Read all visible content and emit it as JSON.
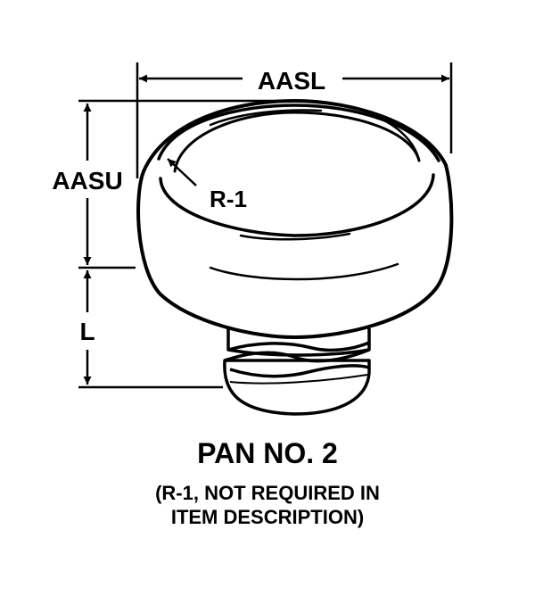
{
  "dimensions": {
    "aasl": "AASL",
    "aasu": "AASU",
    "length": "L",
    "radius": "R-1"
  },
  "caption": {
    "title": "PAN NO. 2",
    "note_line1": "(R-1, NOT REQUIRED IN",
    "note_line2": "ITEM DESCRIPTION)"
  }
}
